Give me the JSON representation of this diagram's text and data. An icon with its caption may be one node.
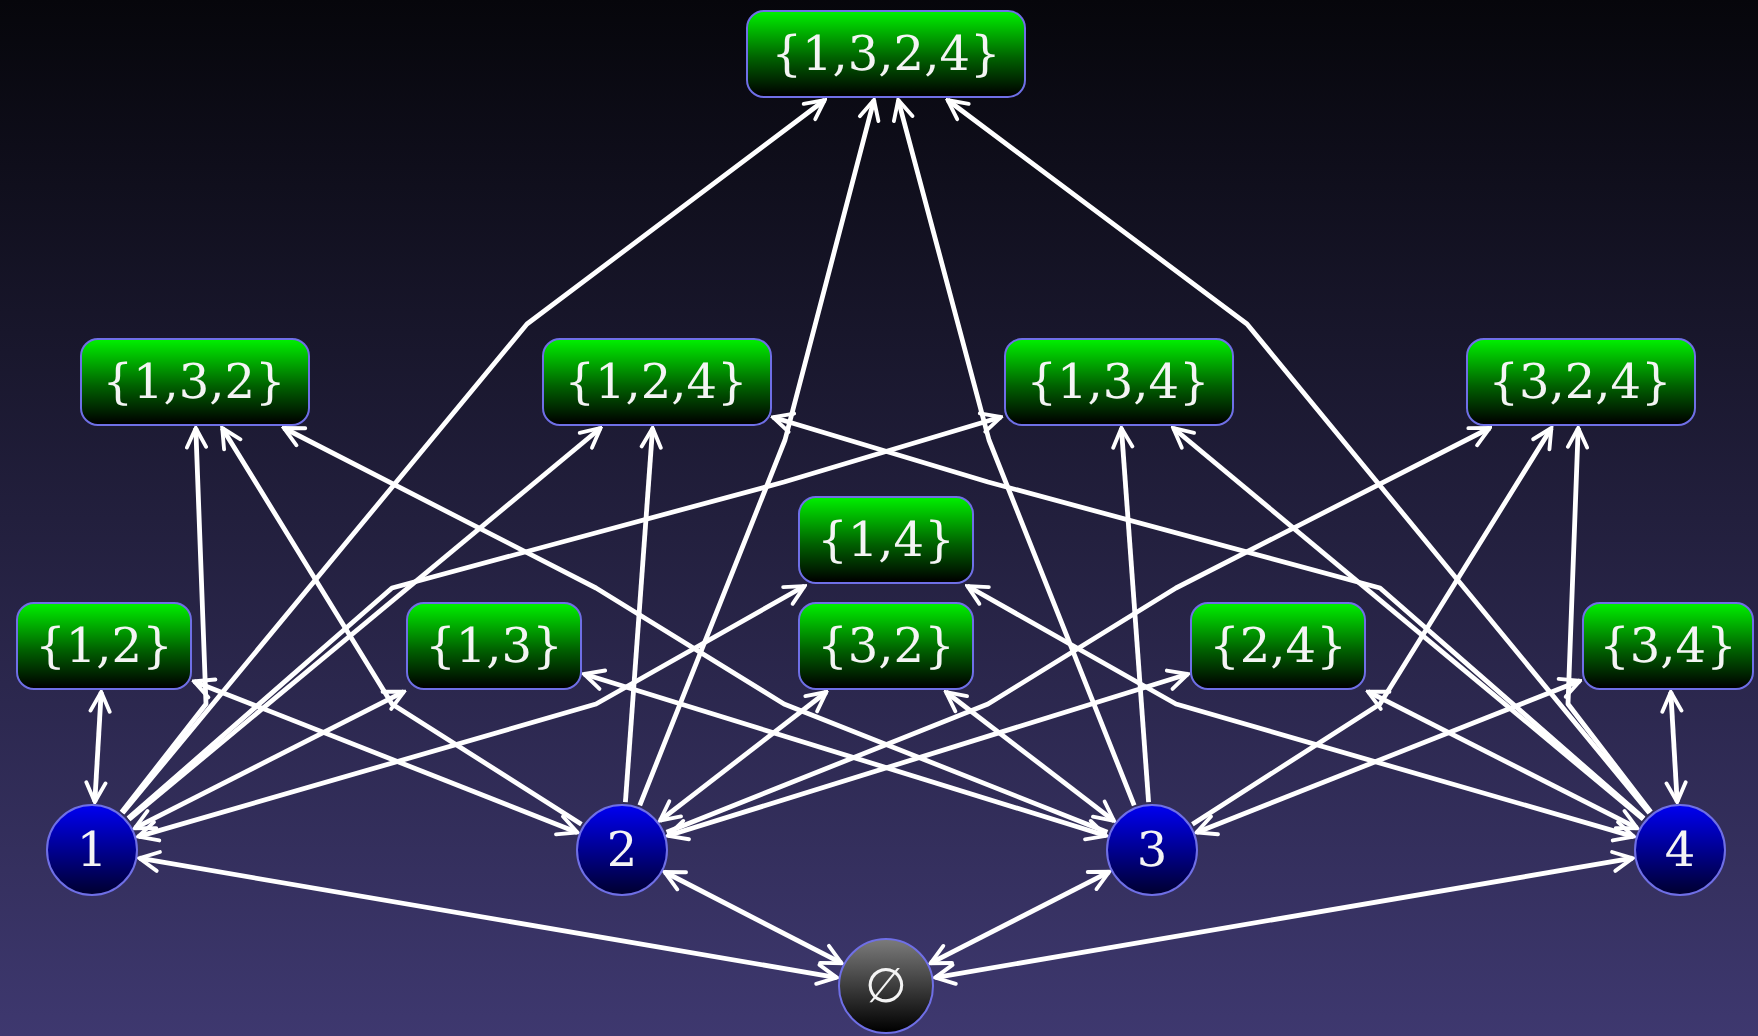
{
  "diagram": {
    "nodes": [
      {
        "text": [
          "{1,3,2,4}"
        ]
      },
      {
        "text": [
          "{1,3,2}"
        ]
      },
      {
        "text": [
          "{1,2,4}"
        ]
      },
      {
        "text": [
          "{1,3,4}"
        ]
      },
      {
        "text": [
          "{3,2,4}"
        ]
      },
      {
        "text": [
          "{1,4}"
        ]
      },
      {
        "text": [
          "{1,2}"
        ]
      },
      {
        "text": [
          "{1,3}"
        ]
      },
      {
        "text": [
          "{3,2}"
        ]
      },
      {
        "text": [
          "{2,4}"
        ]
      },
      {
        "text": [
          "{3,4}"
        ]
      },
      {
        "text": [
          "1"
        ]
      },
      {
        "text": [
          "2"
        ]
      },
      {
        "text": [
          "3"
        ]
      },
      {
        "text": [
          "4"
        ]
      },
      {
        "text": [
          "∅"
        ]
      }
    ],
    "edges": [
      {
        "from": 15,
        "to": 11,
        "arrow": "both"
      },
      {
        "from": 15,
        "to": 12,
        "arrow": "both"
      },
      {
        "from": 15,
        "to": 13,
        "arrow": "both"
      },
      {
        "from": 15,
        "to": 14,
        "arrow": "both"
      },
      {
        "from": 11,
        "to": 6,
        "arrow": "both"
      },
      {
        "from": 11,
        "to": 7,
        "arrow": "both"
      },
      {
        "from": 11,
        "to": 5,
        "arrow": "both"
      },
      {
        "from": 12,
        "to": 6,
        "arrow": "both"
      },
      {
        "from": 12,
        "to": 8,
        "arrow": "both"
      },
      {
        "from": 12,
        "to": 9,
        "arrow": "both"
      },
      {
        "from": 13,
        "to": 7,
        "arrow": "both"
      },
      {
        "from": 13,
        "to": 8,
        "arrow": "both"
      },
      {
        "from": 13,
        "to": 10,
        "arrow": "both"
      },
      {
        "from": 14,
        "to": 5,
        "arrow": "both"
      },
      {
        "from": 14,
        "to": 9,
        "arrow": "both"
      },
      {
        "from": 14,
        "to": 10,
        "arrow": "both"
      },
      {
        "from": 11,
        "to": 1,
        "arrow": "to"
      },
      {
        "from": 12,
        "to": 1,
        "arrow": "to"
      },
      {
        "from": 13,
        "to": 1,
        "arrow": "to"
      },
      {
        "from": 11,
        "to": 2,
        "arrow": "to"
      },
      {
        "from": 12,
        "to": 2,
        "arrow": "to"
      },
      {
        "from": 14,
        "to": 2,
        "arrow": "to"
      },
      {
        "from": 11,
        "to": 3,
        "arrow": "to"
      },
      {
        "from": 13,
        "to": 3,
        "arrow": "to"
      },
      {
        "from": 14,
        "to": 3,
        "arrow": "to"
      },
      {
        "from": 13,
        "to": 4,
        "arrow": "to"
      },
      {
        "from": 12,
        "to": 4,
        "arrow": "to"
      },
      {
        "from": 14,
        "to": 4,
        "arrow": "to"
      },
      {
        "from": 11,
        "to": 0,
        "arrow": "to"
      },
      {
        "from": 12,
        "to": 0,
        "arrow": "to"
      },
      {
        "from": 13,
        "to": 0,
        "arrow": "to"
      },
      {
        "from": 14,
        "to": 0,
        "arrow": "to"
      }
    ]
  }
}
